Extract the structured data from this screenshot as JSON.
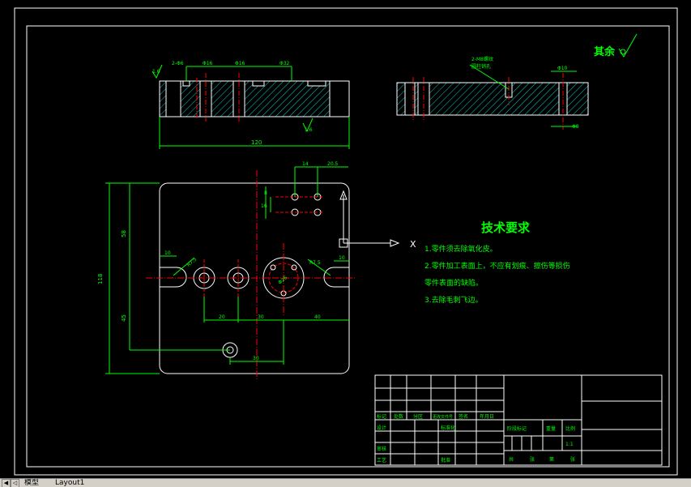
{
  "colors": {
    "background": "#000000",
    "outline": "#ffffff",
    "dimension": "#00ff00",
    "centerline": "#ff0000",
    "hatch": "#00cccc",
    "text": "#00ff00",
    "title_text": "#00ff00"
  },
  "top_view": {
    "dims": [
      "2-Φ6",
      "Φ16",
      "Φ16",
      "Φ32"
    ],
    "overall_width": "120",
    "roughness": "1.6",
    "left_roughness": "1.6"
  },
  "side_view": {
    "callout": [
      "2-M8螺纹",
      "圆柱销孔"
    ],
    "dim_top": "Φ10",
    "dim_bottom": "Φ8"
  },
  "surface_note": "其余",
  "plan_view": {
    "dims": {
      "d14": "14",
      "d20_5": "20.5",
      "d8": "8",
      "d16": "16",
      "d58": "58",
      "d118": "118",
      "d45": "45",
      "d10_left": "10",
      "d10_right": "10",
      "r7_5_left": "R7.5",
      "r7_5_right": "R7.5",
      "d20": "20",
      "d30": "30",
      "d40": "40",
      "d30_bottom": "30",
      "phi_center": "Φ26"
    },
    "ucs_x": "X"
  },
  "notes": {
    "title": "技术要求",
    "items": [
      "1.零件须去除氧化皮。",
      "2.零件加工表面上，不应有划痕、擦伤等损伤",
      "零件表面的缺陷。",
      "3.去除毛刺飞边。"
    ]
  },
  "title_block": {
    "cells": [
      "标记",
      "处数",
      "分区",
      "更改文件号",
      "签名",
      "年月日",
      "设计",
      "标准化",
      "阶段标记",
      "重量",
      "比例",
      "审核",
      "工艺",
      "批准",
      "共",
      "张",
      "第",
      "张"
    ],
    "scale": "1:1"
  },
  "tabs": {
    "model": "模型",
    "layout": "Layout1"
  }
}
